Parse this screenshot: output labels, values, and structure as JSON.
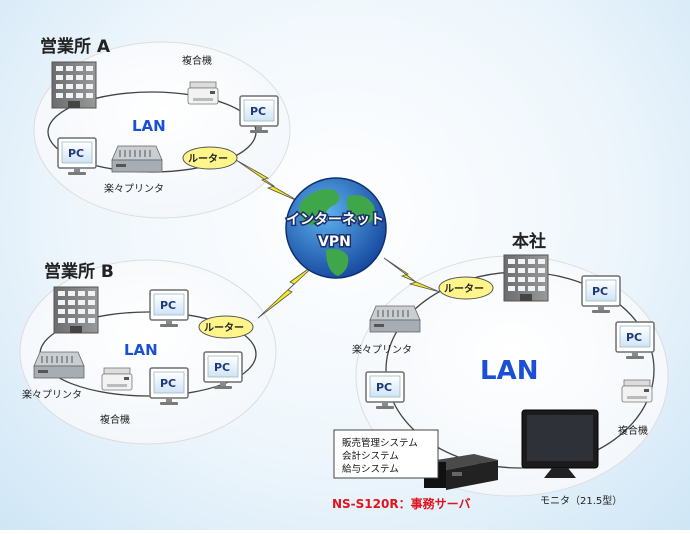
{
  "sites": {
    "a": {
      "name": "営業所 A",
      "lan": "LAN",
      "mfp": "複合機",
      "printer": "楽々プリンタ",
      "router": "ルーター"
    },
    "b": {
      "name": "営業所 B",
      "lan": "LAN",
      "mfp": "複合機",
      "printer": "楽々プリンタ",
      "router": "ルーター"
    },
    "hq": {
      "name": "本社",
      "lan": "LAN",
      "mfp": "複合機",
      "printer": "楽々プリンタ",
      "router": "ルーター",
      "monitor": "モニタ（21.5型）"
    }
  },
  "internet": {
    "line1": "インターネット",
    "line2": "VPN"
  },
  "pc_label": "PC",
  "server": {
    "label": "NS-S120R：事務サーバ",
    "systems": [
      "販売管理システム",
      "会計システム",
      "給与システム"
    ]
  },
  "colors": {
    "lan_text": "#1a4fd6",
    "server_text": "#e0141e",
    "router_fill": "#fff58a",
    "lightning": "#f7e81f"
  }
}
